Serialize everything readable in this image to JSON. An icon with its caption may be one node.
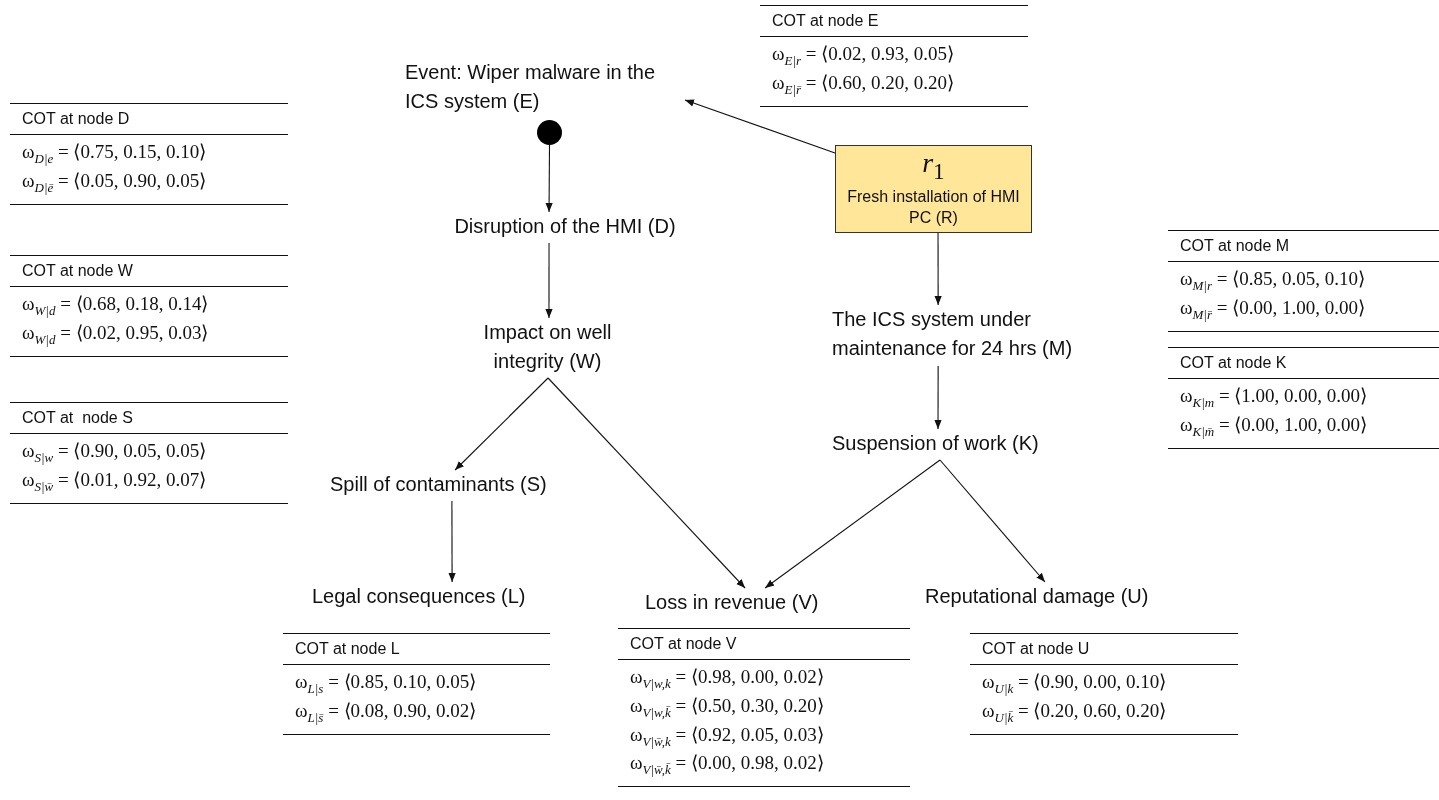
{
  "diagram": {
    "nodes": [
      {
        "text": [
          "Event: Wiper malware in the ICS system (E)"
        ]
      },
      {
        "text": [],
        "shape": "circle"
      },
      {
        "text": [
          "Disruption of the HMI (D)"
        ]
      },
      {
        "text": [
          "Impact on well integrity (W)"
        ]
      },
      {
        "text": [
          "*r*$_{1}$",
          "Fresh installation of HMI PC (R)"
        ]
      },
      {
        "text": [
          "The ICS system under maintenance for 24 hrs (M)"
        ]
      },
      {
        "text": [
          "Suspension of work (K)"
        ]
      },
      {
        "text": [
          "Spill of contaminants (S)"
        ]
      },
      {
        "text": [
          "Legal consequences (L)"
        ]
      },
      {
        "text": [
          "Loss in revenue (V)"
        ]
      },
      {
        "text": [
          "Reputational damage (U)"
        ]
      }
    ],
    "edges": [
      {
        "from": 4,
        "to": 0,
        "arrow": "to"
      },
      {
        "from": 1,
        "to": 2,
        "arrow": "to"
      },
      {
        "from": 2,
        "to": 3,
        "arrow": "to"
      },
      {
        "from": 4,
        "to": 5,
        "arrow": "to"
      },
      {
        "from": 3,
        "to": 7,
        "arrow": "to"
      },
      {
        "from": 3,
        "to": 9,
        "arrow": "to"
      },
      {
        "from": 7,
        "to": 8,
        "arrow": "to"
      },
      {
        "from": 5,
        "to": 6,
        "arrow": "to"
      },
      {
        "from": 6,
        "to": 9,
        "arrow": "to"
      },
      {
        "from": 6,
        "to": 10,
        "arrow": "to"
      }
    ],
    "labels": [
      "COT at node E",
      "ω$_{E|r}$ = ⟨0.02, 0.93, 0.05⟩",
      "ω$_{E|r̄}$ = ⟨0.60, 0.20, 0.20⟩",
      "COT at node D",
      "ω$_{D|e}$ = ⟨0.75, 0.15, 0.10⟩",
      "ω$_{D|ē}$ = ⟨0.05, 0.90, 0.05⟩",
      "COT at node W",
      "ω$_{W|d}$ = ⟨0.68, 0.18, 0.14⟩",
      "ω$_{W|d}$ = ⟨0.02, 0.95, 0.03⟩",
      "COT at node M",
      "ω$_{M|r}$ = ⟨0.85, 0.05, 0.10⟩",
      "ω$_{M|r̄}$ = ⟨0.00, 1.00, 0.00⟩",
      "COT at node K",
      "ω$_{K|m}$ = ⟨1.00, 0.00, 0.00⟩",
      "ω$_{K|m̄}$ = ⟨0.00, 1.00, 0.00⟩",
      "COT at  node S",
      "ω$_{S|w}$ = ⟨0.90, 0.05, 0.05⟩",
      "ω$_{S|w̄}$ = ⟨0.01, 0.92, 0.07⟩",
      "COT at node L",
      "ω$_{L|s}$ = ⟨0.85, 0.10, 0.05⟩",
      "ω$_{L|s̄}$ = ⟨0.08, 0.90, 0.02⟩",
      "COT at node V",
      "ω$_{V|w,k}$ = ⟨0.98, 0.00, 0.02⟩",
      "ω$_{V|w,k̄}$ = ⟨0.50, 0.30, 0.20⟩",
      "ω$_{V|w̄,k}$ = ⟨0.92, 0.05, 0.03⟩",
      "ω$_{V|w̄,k̄}$ = ⟨0.00, 0.98, 0.02⟩",
      "COT at node U",
      "ω$_{U|k}$ = ⟨0.90, 0.00, 0.10⟩",
      "ω$_{U|k̄}$ = ⟨0.20, 0.60, 0.20⟩"
    ]
  }
}
